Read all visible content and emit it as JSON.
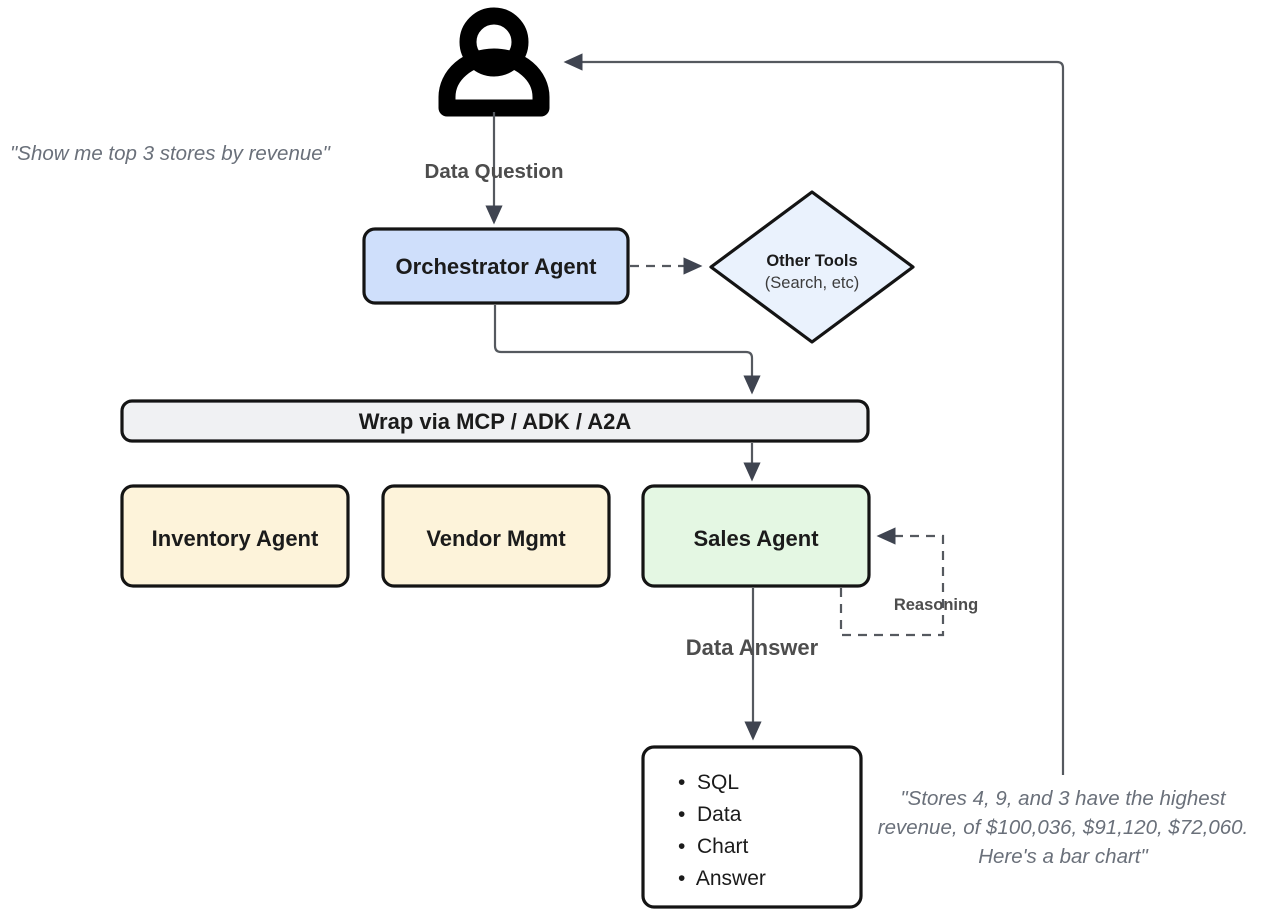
{
  "diagram": {
    "title": "Multi-agent data question orchestration flow",
    "colors": {
      "orchestrator_fill": "#cfdffb",
      "diamond_fill": "#eaf2fd",
      "wrap_fill": "#f0f1f3",
      "agent_fill": "#fdf3da",
      "sales_fill": "#e4f7e3",
      "output_fill": "#ffffff",
      "stroke": "#141414",
      "line": "#55595f",
      "quote_text": "#6a707a",
      "edge_label": "#4d4d4d"
    },
    "actor": {
      "name": "user-person-icon",
      "quote": "\"Show me top 3 stores by revenue\""
    },
    "nodes": {
      "orchestrator": "Orchestrator Agent",
      "other_tools_title": "Other Tools",
      "other_tools_sub": "(Search, etc)",
      "wrap_bar": "Wrap via MCP / ADK / A2A",
      "inventory_agent": "Inventory Agent",
      "vendor_mgmt": "Vendor Mgmt",
      "sales_agent": "Sales Agent"
    },
    "edges": {
      "data_question": "Data Question",
      "data_answer": "Data Answer",
      "reasoning": "Reasoning"
    },
    "output_box": {
      "items": [
        "SQL",
        "Data",
        "Chart",
        "Answer"
      ]
    },
    "answer_quote": {
      "line1": "\"Stores 4, 9, and 3 have the highest",
      "line2": "revenue, of $100,036, $91,120, $72,060.",
      "line3": "Here's a bar chart\""
    }
  }
}
